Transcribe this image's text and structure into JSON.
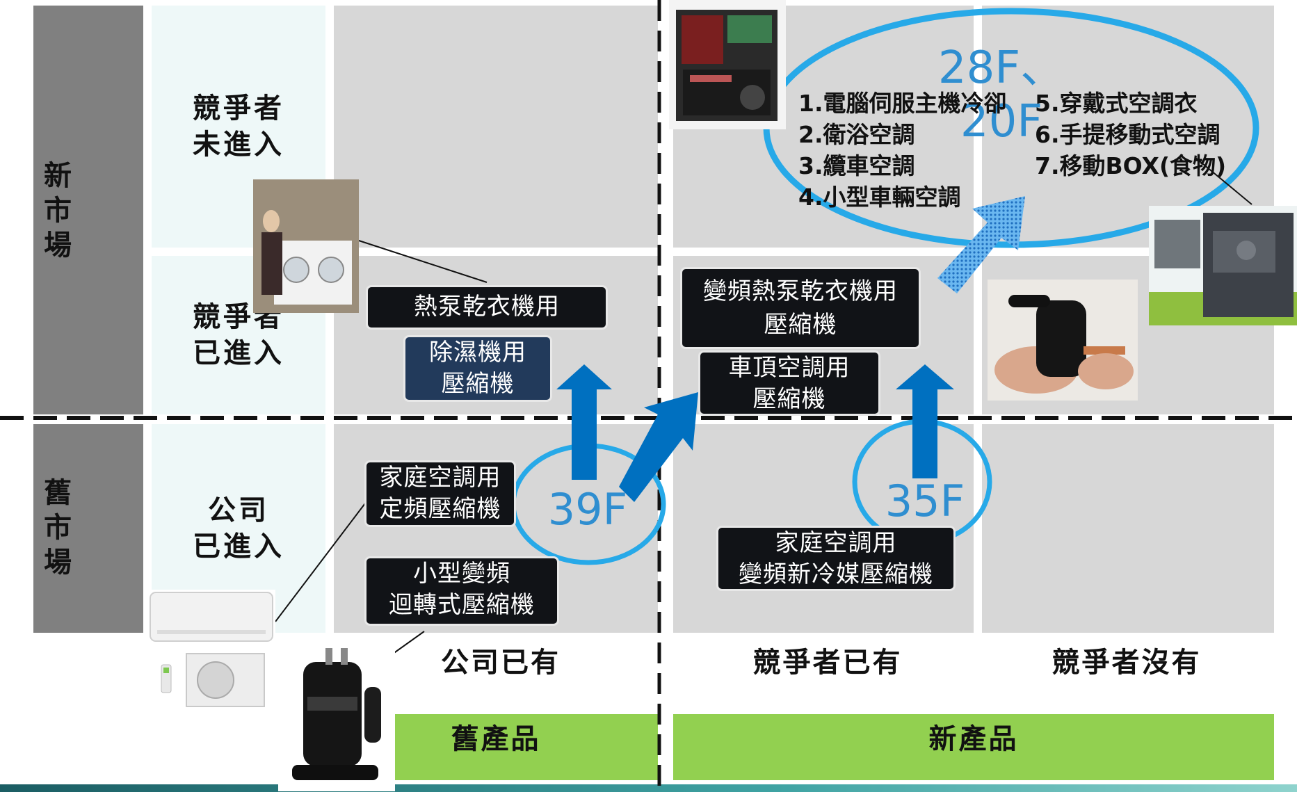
{
  "side_labels": {
    "new_market": "新\n市\n場",
    "old_market": "舊\n市\n場"
  },
  "rows": {
    "not_entered": [
      "競爭者",
      "未進入"
    ],
    "competitor_entered": [
      "競爭者",
      "已進入"
    ],
    "company_entered": [
      "公司",
      "已進入"
    ]
  },
  "columns": {
    "company_has": "公司已有",
    "competitor_has": "競爭者已有",
    "competitor_none": "競爭者沒有"
  },
  "product_groups": {
    "old": "舊產品",
    "new": "新產品"
  },
  "boxes": {
    "heat_pump_dryer": "熱泵乾衣機用",
    "dehumidifier": [
      "除濕機用",
      "壓縮機"
    ],
    "inverter_dryer": [
      "變頻熱泵乾衣機用",
      "壓縮機"
    ],
    "roof_ac": [
      "車頂空調用",
      "壓縮機"
    ],
    "home_ac_fixed": [
      "家庭空調用",
      "定頻壓縮機"
    ],
    "small_rotary": [
      "小型變頻",
      "迴轉式壓縮機"
    ],
    "home_ac_inverter": [
      "家庭空調用",
      "變頻新冷媒壓縮機"
    ]
  },
  "floors": {
    "f39": "39F",
    "f35": "35F",
    "f28_20": "28F、20F"
  },
  "new_product_list": {
    "left": [
      "1.電腦伺服主機冷卻",
      "2.衛浴空調",
      "3.纜車空調",
      "4.小型車輛空調"
    ],
    "right": [
      "5.穿戴式空調衣",
      "6.手提移動式空調",
      "7.移動BOX(食物)"
    ]
  },
  "colors": {
    "cell": "#d7d7d7",
    "cell_light": "#eef8f8",
    "side": "#808080",
    "green": "#92d050",
    "arrow_blue": "#0070c0",
    "circle_blue": "#27a9e8",
    "box_dark": "#111317",
    "box_navy": "#223a5b"
  },
  "icons": [
    "server-cooling-photo",
    "dryer-photo",
    "ice-box-photo",
    "compressor-hand-photo",
    "air-conditioner-photo",
    "rotary-compressor-photo"
  ]
}
